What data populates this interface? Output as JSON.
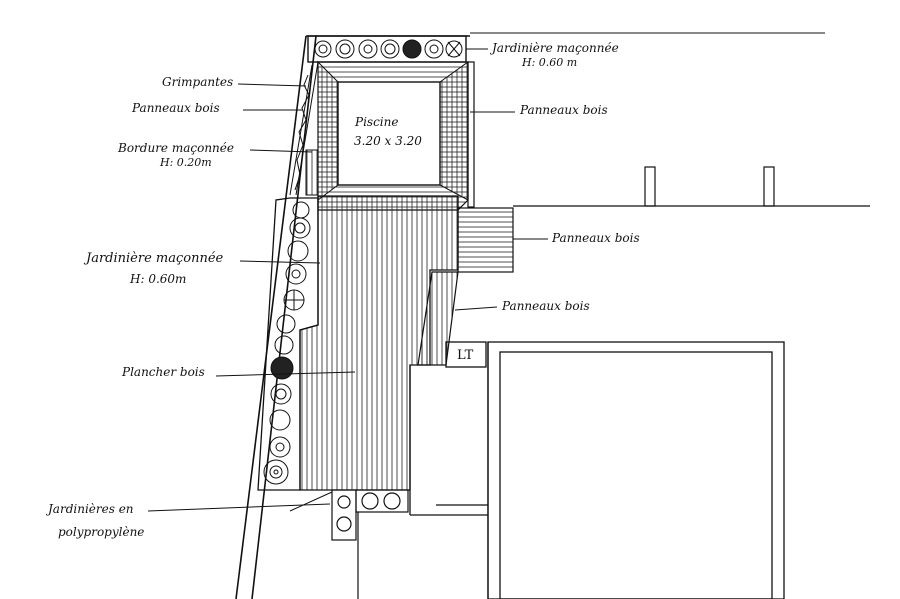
{
  "labels": {
    "jardiniere_top": "Jardinière maçonnée",
    "jardiniere_top_h": "H: 0.60 m",
    "grimpantes": "Grimpantes",
    "panneaux_left": "Panneaux bois",
    "panneaux_right_top": "Panneaux bois",
    "bordure": "Bordure maçonnée",
    "bordure_h": "H: 0.20m",
    "piscine": "Piscine",
    "piscine_dim": "3.20 x 3.20",
    "panneaux_right_mid": "Panneaux bois",
    "jardiniere_left": "Jardinière maçonnée",
    "jardiniere_left_h": "H: 0.60m",
    "panneaux_right_low": "Panneaux bois",
    "lt": "LT",
    "plancher": "Plancher bois",
    "jardinieres_poly_1": "Jardinières en",
    "jardinieres_poly_2": "polypropylène"
  },
  "colors": {
    "ink": "#111111",
    "paper": "#ffffff"
  }
}
